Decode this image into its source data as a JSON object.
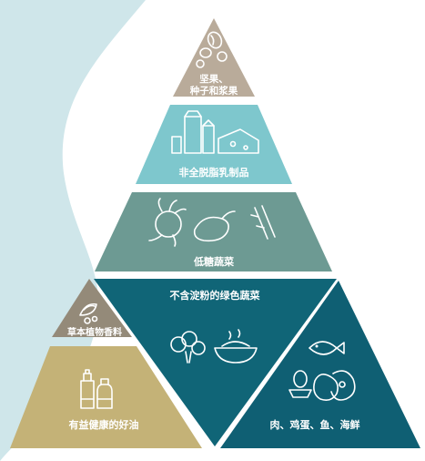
{
  "colors": {
    "background_wave": "#cfe6ea",
    "nuts": "#b9ab9a",
    "dairy": "#7ec7cd",
    "lowsugar_veg": "#6d9a93",
    "herbs": "#948a79",
    "green_veg": "#106577",
    "oils": "#c4b277",
    "protein": "#0f5f73"
  },
  "tiers": {
    "nuts_label_line1": "坚果、",
    "nuts_label_line2": "种子和浆果",
    "dairy_label": "非全脱脂乳制品",
    "lowsugar_veg_label": "低糖蔬菜",
    "green_veg_label": "不含淀粉的绿色蔬菜",
    "herbs_label": "草本植物香料",
    "oils_label": "有益健康的好油",
    "protein_label": "肉、鸡蛋、鱼、海鲜"
  },
  "icons": {
    "nuts": "nuts-icon",
    "dairy": "milk-cheese-icon",
    "lowsugar_veg": "beet-eggplant-asparagus-icon",
    "herbs": "herb-leaves-icon",
    "green_veg": "broccoli-dish-icon",
    "oils": "oil-bottles-icon",
    "protein": "fish-egg-meat-icon"
  }
}
